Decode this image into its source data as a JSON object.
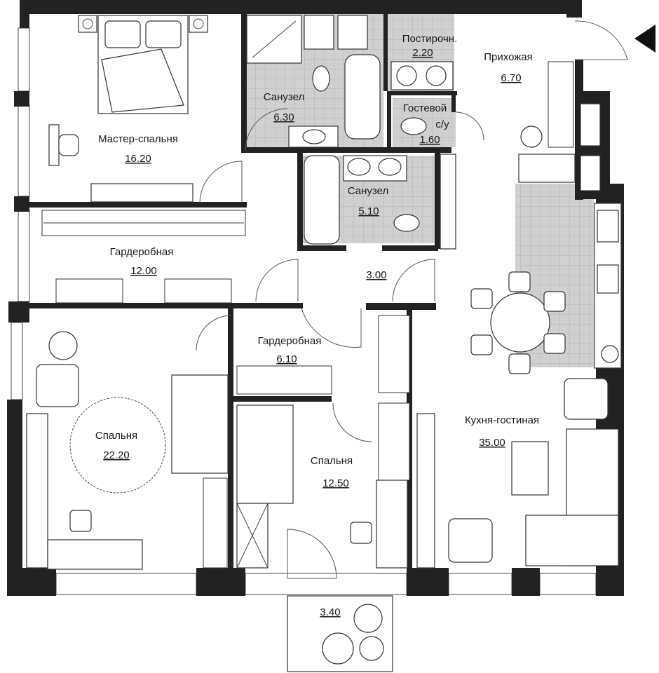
{
  "rooms": [
    {
      "name": "Мастер-спальня",
      "area": "16.20"
    },
    {
      "name": "Санузел",
      "area": "6.30"
    },
    {
      "name": "Постирочн.",
      "area": "2.20"
    },
    {
      "name": "Прихожая",
      "area": "6.70"
    },
    {
      "name": "Гостевой с/у",
      "name_line1": "Гостевой",
      "name_line2": "с/у",
      "area": "1.60"
    },
    {
      "name": "Санузел",
      "area": "5.10"
    },
    {
      "name": "Гардеробная",
      "area": "12.00"
    },
    {
      "name": "",
      "area": "3.00"
    },
    {
      "name": "Гардеробная",
      "area": "6.10"
    },
    {
      "name": "Спальня",
      "area": "22.20"
    },
    {
      "name": "Спальня",
      "area": "12.50"
    },
    {
      "name": "Кухня-гостиная",
      "area": "35.00"
    },
    {
      "name": "",
      "area": "3.40"
    }
  ],
  "entrance_marker": "entrance-arrow",
  "colors": {
    "wall": "#222222",
    "tile": "#cfcfcf",
    "background": "#ffffff"
  }
}
